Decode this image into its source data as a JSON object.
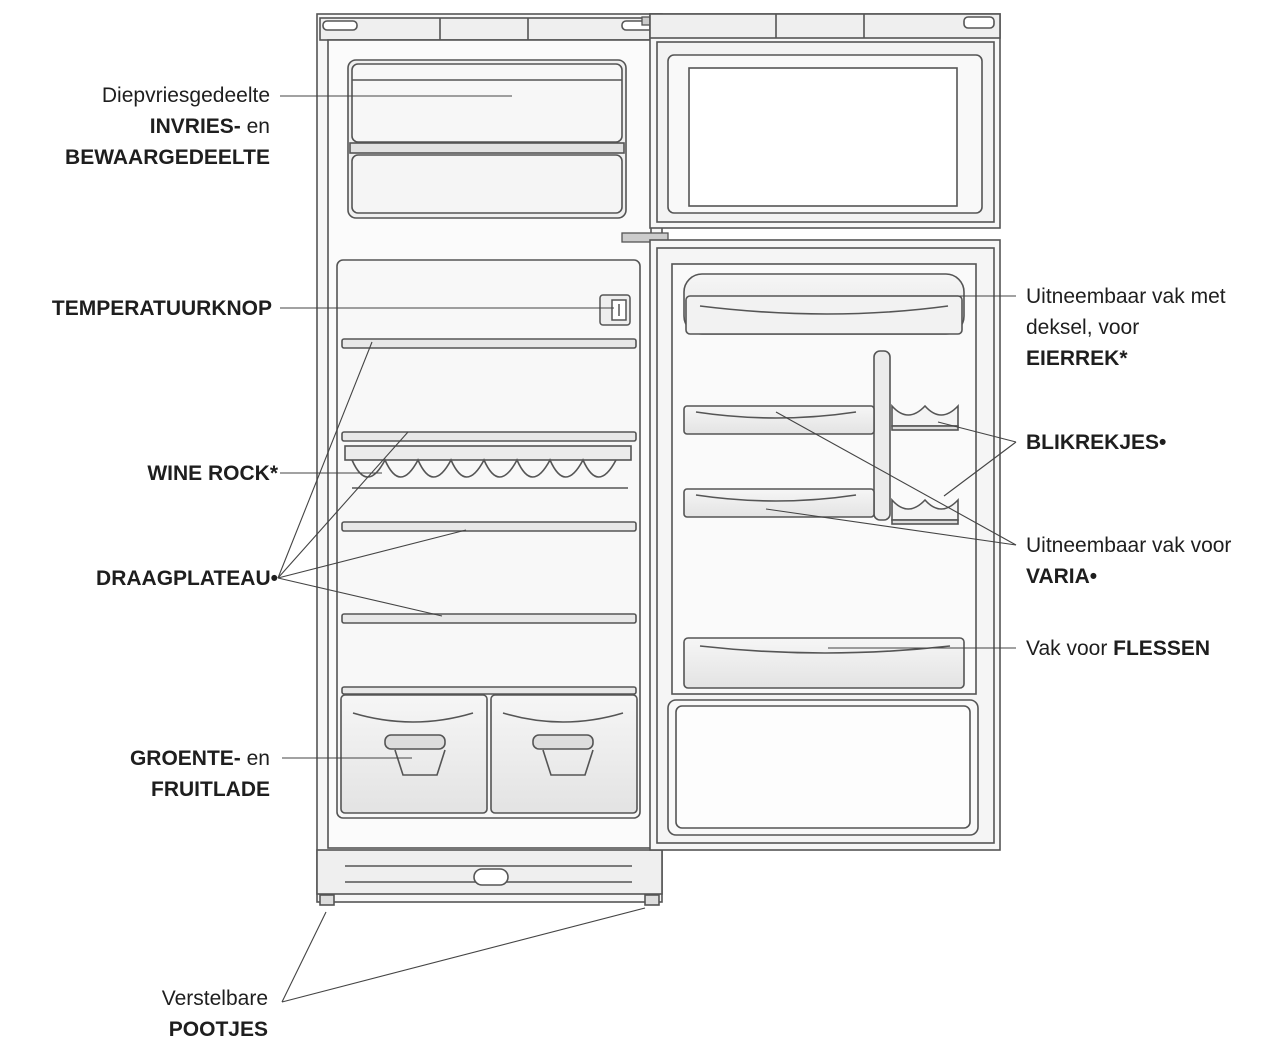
{
  "labels": {
    "freezer": {
      "line1": "Diepvriesgedeelte",
      "line2_bold": "INVRIES-",
      "line2_rest": " en",
      "line3_bold": "BEWAARGEDEELTE"
    },
    "thermostat": {
      "bold": "TEMPERATUURKNOP"
    },
    "wine_rack": {
      "bold": "WINE ROCK*"
    },
    "shelves": {
      "bold": "DRAAGPLATEAU•"
    },
    "crisper": {
      "line1_bold": "GROENTE-",
      "line1_rest": " en",
      "line2_bold": "FRUITLADE"
    },
    "feet": {
      "line1": "Verstelbare",
      "line2_bold": "POOTJES"
    },
    "egg_tray": {
      "line1": "Uitneembaar vak met",
      "line2": "deksel, voor",
      "line3_bold": "EIERREK*"
    },
    "can_rack": {
      "bold": "BLIKREKJES•"
    },
    "misc_tray": {
      "line1": "Uitneembaar vak voor",
      "line2_bold": "VARIA•"
    },
    "bottles": {
      "text": "Vak voor ",
      "bold": "FLESSEN"
    }
  },
  "colors": {
    "line": "#555555",
    "body": "#f4f4f4",
    "shelf": "#e6e6e6"
  }
}
